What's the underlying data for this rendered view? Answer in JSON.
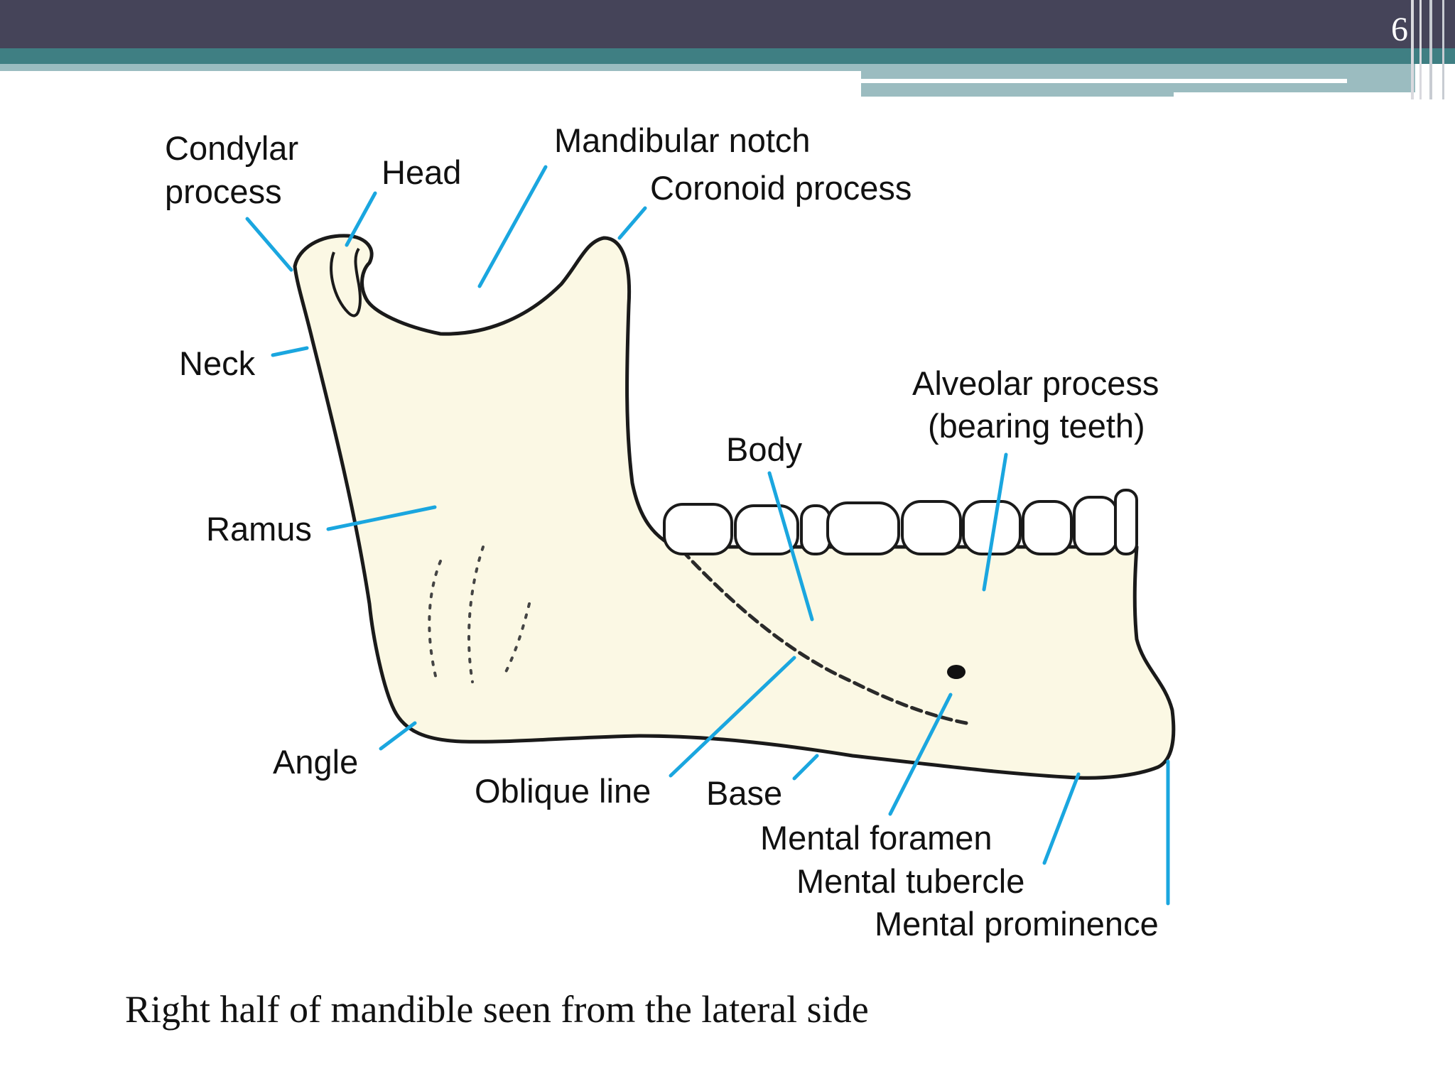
{
  "slide": {
    "number": "6"
  },
  "colors": {
    "header_dark": "#454459",
    "teal": "#3f7f83",
    "teal_light": "#9bbcc0",
    "leader_line": "#1aa6df",
    "bone_fill": "#fbf8e4"
  },
  "labels": {
    "condylar_process_1": "Condylar",
    "condylar_process_2": "process",
    "head": "Head",
    "mandibular_notch": "Mandibular notch",
    "coronoid_process": "Coronoid process",
    "neck": "Neck",
    "alveolar_process_1": "Alveolar process",
    "alveolar_process_2": "(bearing teeth)",
    "body": "Body",
    "ramus": "Ramus",
    "angle": "Angle",
    "oblique_line": "Oblique line",
    "base": "Base",
    "mental_foramen": "Mental foramen",
    "mental_tubercle": "Mental tubercle",
    "mental_prominence": "Mental prominence"
  },
  "caption": "Right half of mandible seen from the lateral side"
}
